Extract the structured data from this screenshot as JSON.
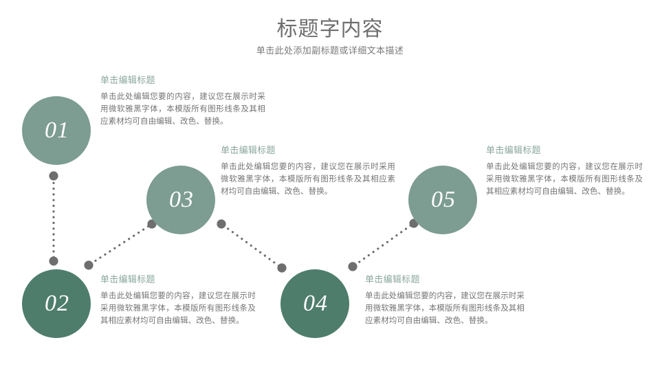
{
  "slide": {
    "title": "标题字内容",
    "subtitle": "单击此处添加副标题或详细文本描述",
    "background_color": "#ffffff",
    "accent_light": "#7d9c92",
    "accent_dark": "#4e7d6c",
    "heading_color": "#8aa79d",
    "body_color": "#757575",
    "title_color": "#6e6e6e",
    "connector_color": "#6e6e6e"
  },
  "steps": [
    {
      "number": "01",
      "circle_style": "light",
      "heading": "单击编辑标题",
      "body": "单击此处编辑您要的内容，建议您在展示时采用微软雅黑字体，本模版所有图形线条及其相应素材均可自由编辑、改色、替换。"
    },
    {
      "number": "02",
      "circle_style": "dark",
      "heading": "单击编辑标题",
      "body": "单击此处编辑您要的内容，建议您在展示时采用微软雅黑字体，本模版所有图形线条及其相应素材均可自由编辑、改色、替换。"
    },
    {
      "number": "03",
      "circle_style": "light",
      "heading": "单击编辑标题",
      "body": "单击此处编辑您要的内容，建议您在展示时采用微软雅黑字体，本模版所有图形线条及其相应素材均可自由编辑、改色、替换。"
    },
    {
      "number": "04",
      "circle_style": "dark",
      "heading": "单击编辑标题",
      "body": "单击此处编辑您要的内容，建议您在展示时采用微软雅黑字体，本模版所有图形线条及其相应素材均可自由编辑、改色、替换。"
    },
    {
      "number": "05",
      "circle_style": "light",
      "heading": "单击编辑标题",
      "body": "单击此处编辑您要的内容，建议您在展示时采用微软雅黑字体，本模版所有图形线条及其相应素材均可自由编辑、改色、替换。"
    }
  ],
  "connectors": [
    {
      "from": "01",
      "to": "02",
      "orientation": "vertical"
    },
    {
      "from": "02",
      "to": "03",
      "orientation": "diagonal-up"
    },
    {
      "from": "03",
      "to": "04",
      "orientation": "diagonal-down"
    },
    {
      "from": "04",
      "to": "05",
      "orientation": "diagonal-up"
    }
  ]
}
